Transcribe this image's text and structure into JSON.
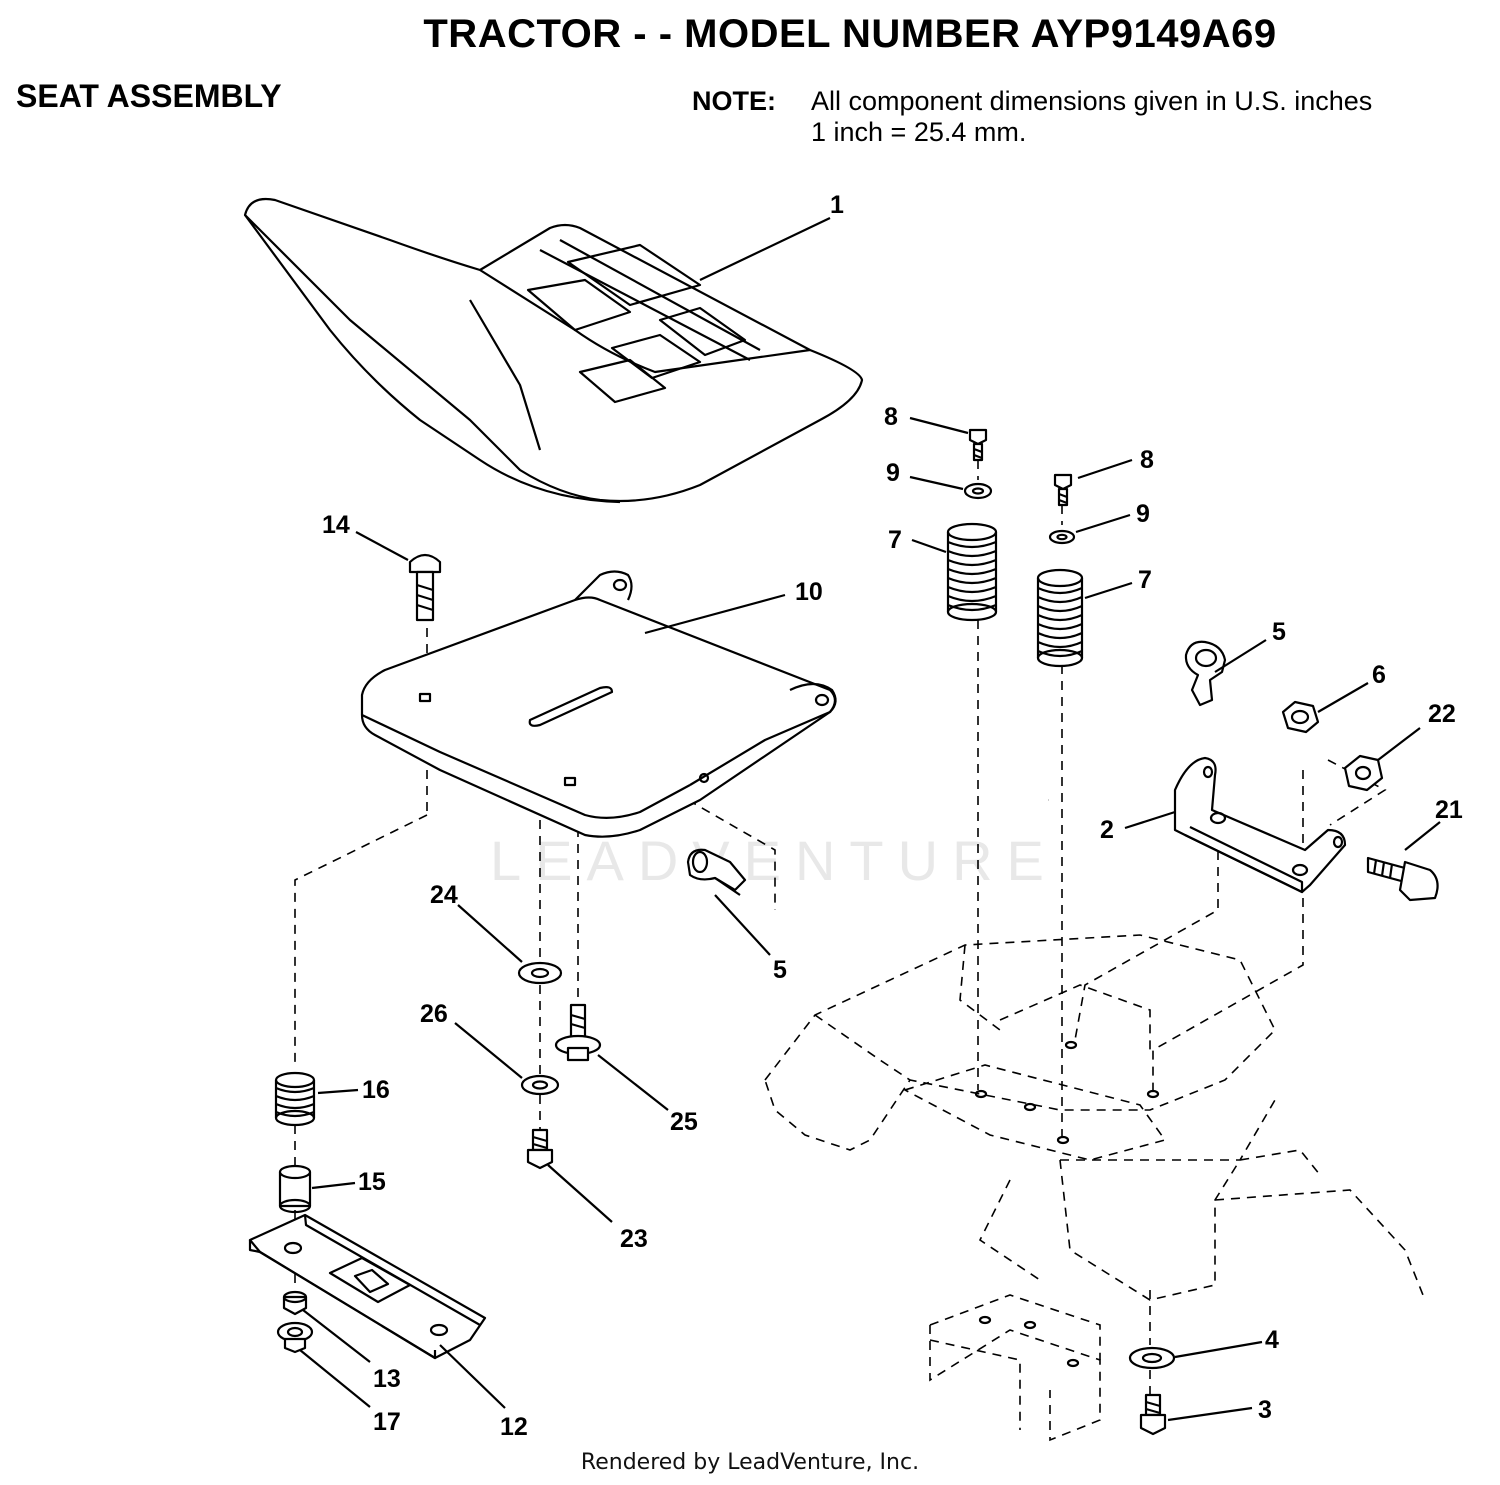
{
  "header": {
    "title": "TRACTOR - - MODEL NUMBER AYP9149A69",
    "section": "SEAT ASSEMBLY",
    "note_label": "NOTE:",
    "note_line1": "All component dimensions given in U.S. inches",
    "note_line2": "1 inch = 25.4 mm."
  },
  "watermark": "LEADVENTURE",
  "footer": "Rendered by LeadVenture, Inc.",
  "callouts": {
    "c1": "1",
    "c2": "2",
    "c3": "3",
    "c4": "4",
    "c5a": "5",
    "c5b": "5",
    "c6": "6",
    "c7a": "7",
    "c7b": "7",
    "c8a": "8",
    "c8b": "8",
    "c9a": "9",
    "c9b": "9",
    "c10": "10",
    "c12": "12",
    "c13": "13",
    "c14": "14",
    "c15": "15",
    "c16": "16",
    "c17": "17",
    "c21": "21",
    "c22": "22",
    "c23": "23",
    "c24": "24",
    "c25": "25",
    "c26": "26"
  }
}
